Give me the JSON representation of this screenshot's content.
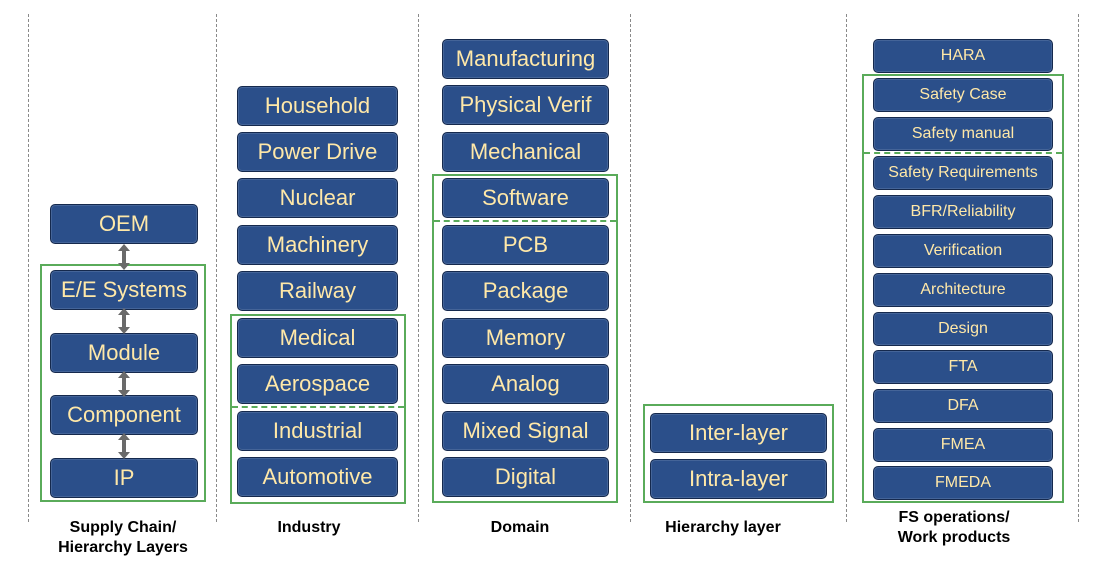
{
  "columns": {
    "supply_chain": {
      "label_line1": "Supply Chain/",
      "label_line2": "Hierarchy Layers",
      "items": [
        "OEM",
        "E/E Systems",
        "Module",
        "Component",
        "IP"
      ]
    },
    "industry": {
      "label": "Industry",
      "items": [
        "Household",
        "Power Drive",
        "Nuclear",
        "Machinery",
        "Railway",
        "Medical",
        "Aerospace",
        "Industrial",
        "Automotive"
      ]
    },
    "domain": {
      "label": "Domain",
      "items": [
        "Manufacturing",
        "Physical Verif",
        "Mechanical",
        "Software",
        "PCB",
        "Package",
        "Memory",
        "Analog",
        "Mixed Signal",
        "Digital"
      ]
    },
    "hierarchy": {
      "label": "Hierarchy layer",
      "items": [
        "Inter-layer",
        "Intra-layer"
      ]
    },
    "fs_operations": {
      "label_line1": "FS operations/",
      "label_line2": "Work products",
      "items": [
        "HARA",
        "Safety Case",
        "Safety manual",
        "Safety Requirements",
        "BFR/Reliability",
        "Verification",
        "Architecture",
        "Design",
        "FTA",
        "DFA",
        "FMEA",
        "FMEDA"
      ]
    }
  },
  "colors": {
    "box_fill": "#2b4f8a",
    "box_text": "#ffe8a8",
    "group_border": "#5aab5a",
    "divider": "#8a8a8a"
  }
}
